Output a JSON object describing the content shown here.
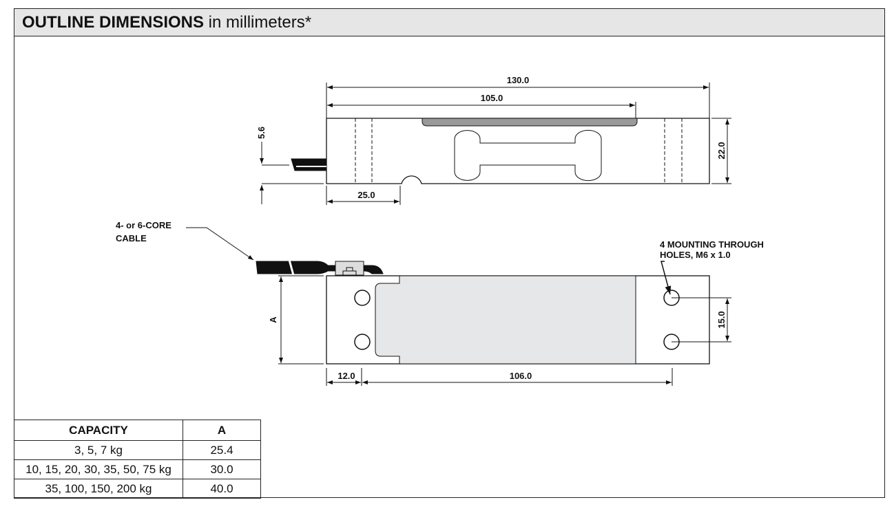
{
  "header": {
    "title_bold": "OUTLINE DIMENSIONS",
    "title_rest": " in millimeters*"
  },
  "top_view": {
    "overall_length": "130.0",
    "pad_length": "105.0",
    "height": "22.0",
    "notch_offset": "25.0",
    "cable_offset": "5.6"
  },
  "bottom_view": {
    "hole_offset": "12.0",
    "hole_spacing": "106.0",
    "hole_vertical_spacing": "15.0",
    "width_label": "A"
  },
  "labels": {
    "cable_line1": "4- or 6-CORE",
    "cable_line2": "CABLE",
    "holes_line1": "4 MOUNTING THROUGH",
    "holes_line2": "HOLES, M6 x 1.0"
  },
  "table": {
    "headers": [
      "CAPACITY",
      "A"
    ],
    "rows": [
      [
        "3, 5, 7 kg",
        "25.4"
      ],
      [
        "10, 15, 20, 30, 35, 50, 75 kg",
        "30.0"
      ],
      [
        "35, 100, 150, 200 kg",
        "40.0"
      ]
    ]
  },
  "colors": {
    "header_bg": "#e6e6e6",
    "pad": "#9a9a9a",
    "face": "#e6e7e8"
  }
}
